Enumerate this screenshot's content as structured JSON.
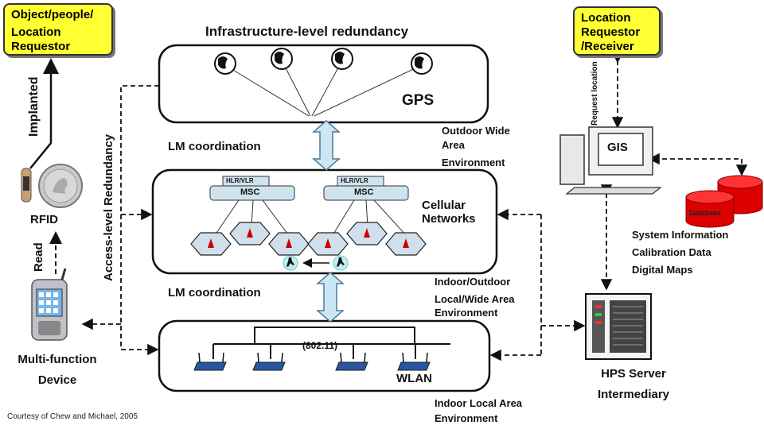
{
  "top_left_box": {
    "line1": "Object/people/",
    "line2": "Location",
    "line3": "Requestor"
  },
  "top_right_box": {
    "line1": "Location",
    "line2": "Requestor",
    "line3": "/Receiver"
  },
  "infra_title": "Infrastructure-level redundancy",
  "gps_label": "GPS",
  "lm_coord_1": "LM coordination",
  "lm_coord_2": "LM coordination",
  "outdoor": {
    "line1": "Outdoor Wide",
    "line2": "Area",
    "line3": "Environment"
  },
  "cellular": {
    "line1": "Cellular",
    "line2": "Networks"
  },
  "msc_label": "MSC",
  "hlr_label": "HLR/VLR",
  "indoor_outdoor": {
    "line1": "Indoor/Outdoor",
    "line2": "Local/Wide Area",
    "line3": "Environment"
  },
  "wlan_label": "WLAN",
  "wifi_std": "(802.11)",
  "indoor_local": {
    "line1": "Indoor Local Area",
    "line2": "Environment"
  },
  "implanted": "Implanted",
  "rfid": "RFID",
  "read": "Read",
  "multifunction": {
    "line1": "Multi-function",
    "line2": "Device"
  },
  "access_redundancy": "Access-level Redundancy",
  "request_location": "Request location",
  "gis": "GIS",
  "database": "Database",
  "gis_info": {
    "line1": "System Information",
    "line2": "Calibration Data",
    "line3": "Digital Maps"
  },
  "hps": {
    "line1": "HPS Server",
    "line2": "Intermediary"
  },
  "credit": "Courtesy of Chew and Michael, 2005",
  "colors": {
    "arrow_fill": "#cce6f4",
    "arrow_stroke": "#4a7a9a",
    "hlr_fill": "#cfe3ee",
    "hex_fill": "#cfe0ec",
    "tower": "#cc0000",
    "yellow": "#ffff33",
    "db": "#dd0000"
  }
}
